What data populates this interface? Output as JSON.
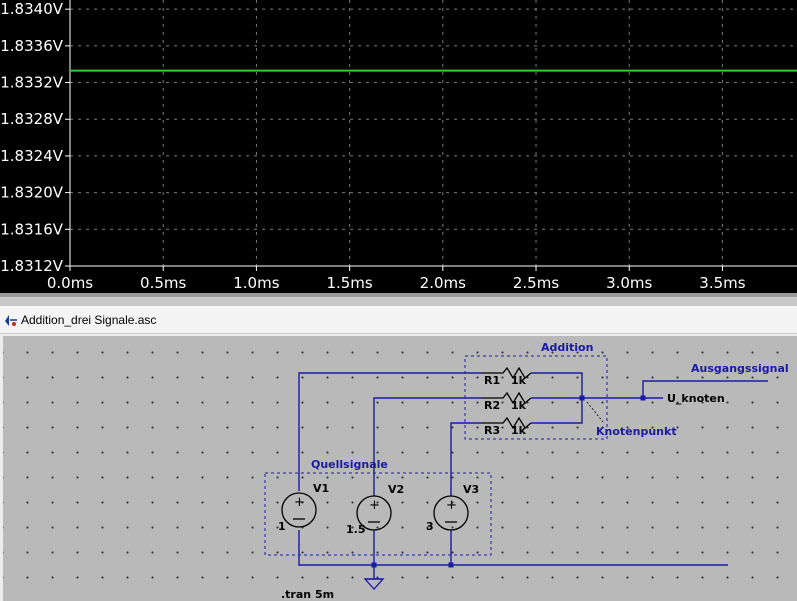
{
  "plot": {
    "y_tick_labels": [
      "1.8340V",
      "1.8336V",
      "1.8332V",
      "1.8328V",
      "1.8324V",
      "1.8320V",
      "1.8316V",
      "1.8312V"
    ],
    "x_tick_labels": [
      "0.0ms",
      "0.5ms",
      "1.0ms",
      "1.5ms",
      "2.0ms",
      "2.5ms",
      "3.0ms",
      "3.5ms"
    ],
    "trace_color": "#33cc33",
    "background_color": "#000000",
    "grid": "dotted"
  },
  "chart_data": {
    "type": "line",
    "title": "",
    "xlabel": "",
    "ylabel": "",
    "x": [
      0.0,
      3.9
    ],
    "series": [
      {
        "values": [
          1.83333,
          1.83333
        ]
      }
    ],
    "xlim": [
      0.0,
      3.9
    ],
    "ylim": [
      1.8312,
      1.8341
    ],
    "x_ticks": [
      0.0,
      0.5,
      1.0,
      1.5,
      2.0,
      2.5,
      3.0,
      3.5
    ],
    "y_ticks": [
      1.834,
      1.8336,
      1.8332,
      1.8328,
      1.8324,
      1.832,
      1.8316,
      1.8312
    ],
    "grid": true
  },
  "schematic": {
    "window_title": "Addition_drei Signale.asc",
    "labels": {
      "addition": "Addition",
      "ausgangssignal": "Ausgangssignal",
      "u_knoten": "U_knoten",
      "knotenpunkt": "Knotenpunkt",
      "quellsignale": "Quellsignale",
      "tran": ".tran 5m"
    },
    "resistors": [
      {
        "name": "R1",
        "value": "1k"
      },
      {
        "name": "R2",
        "value": "1k"
      },
      {
        "name": "R3",
        "value": "1k"
      }
    ],
    "sources": [
      {
        "name": "V1",
        "value": "1"
      },
      {
        "name": "V2",
        "value": "1.5"
      },
      {
        "name": "V3",
        "value": "3"
      }
    ]
  }
}
